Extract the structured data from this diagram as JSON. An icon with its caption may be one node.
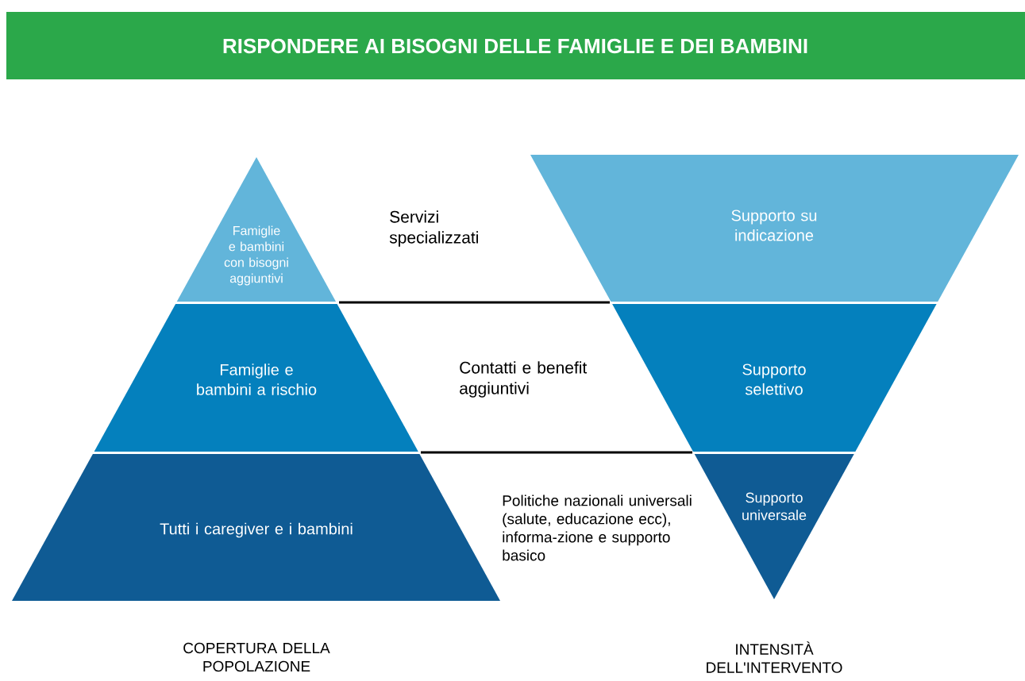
{
  "diagram": {
    "title": "RISPONDERE AI BISOGNI DELLE FAMIGLIE E DEI BAMBINI",
    "nodes": [
      {
        "text": [
          "Famiglie e bambini con bisogni aggiuntivi"
        ]
      },
      {
        "text": [
          "Famiglie e bambini a rischio"
        ]
      },
      {
        "text": [
          "Tutti i caregiver e i bambini"
        ]
      },
      {
        "text": [
          "Supporto su indicazione"
        ]
      },
      {
        "text": [
          "Supporto selettivo"
        ]
      },
      {
        "text": [
          "Supporto universale"
        ]
      }
    ],
    "labels": [
      "Servizi specializzati",
      "Contatti e benefit aggiuntivi",
      "Politiche nazionali universali (salute, educazione ecc), informa-zione e supporto basico",
      "COPERTURA DELLA POPOLAZIONE",
      "INTENSITÀ DELL'INTERVENTO"
    ]
  }
}
